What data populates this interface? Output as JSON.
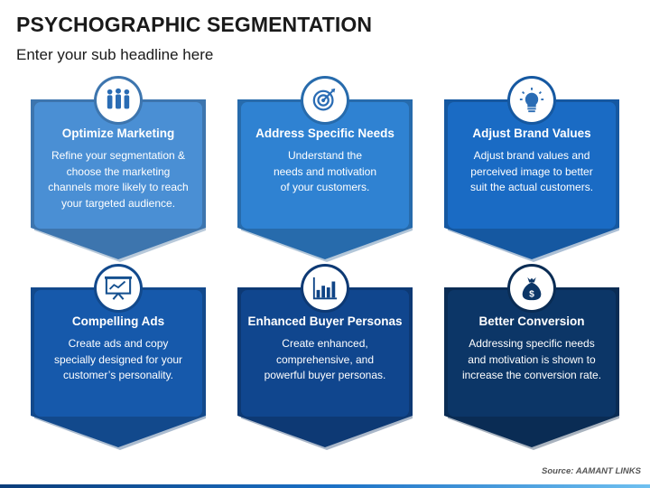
{
  "title": "PSYCHOGRAPHIC SEGMENTATION",
  "subtitle": "Enter your sub headline here",
  "cards": [
    {
      "title": "Optimize Marketing",
      "icon": "people-icon",
      "color": "#4a8fd4",
      "lines": [
        "Refine your segmentation &",
        "choose the marketing",
        "channels more likely to reach",
        "your targeted audience."
      ]
    },
    {
      "title": "Address Specific Needs",
      "icon": "target-icon",
      "color": "#2f82d2",
      "lines": [
        "Understand the",
        "needs and motivation",
        "of your customers."
      ]
    },
    {
      "title": "Adjust Brand Values",
      "icon": "lightbulb-icon",
      "color": "#1a6bc4",
      "lines": [
        "Adjust brand values and",
        "perceived image to better",
        "suit the actual customers."
      ]
    },
    {
      "title": "Compelling Ads",
      "icon": "presentation-chart-icon",
      "color": "#1659ab",
      "lines": [
        "Create ads and copy",
        "specially designed for your",
        "customer’s personality."
      ]
    },
    {
      "title": "Enhanced Buyer Personas",
      "icon": "bar-chart-icon",
      "color": "#10468e",
      "lines": [
        "Create enhanced,",
        "comprehensive, and",
        "powerful buyer personas."
      ]
    },
    {
      "title": "Better Conversion",
      "icon": "money-bag-icon",
      "color": "#0c3667",
      "lines": [
        "Addressing specific needs",
        "and motivation is shown to",
        "increase the conversion rate."
      ]
    }
  ],
  "source": "Source: AAMANT LINKS"
}
